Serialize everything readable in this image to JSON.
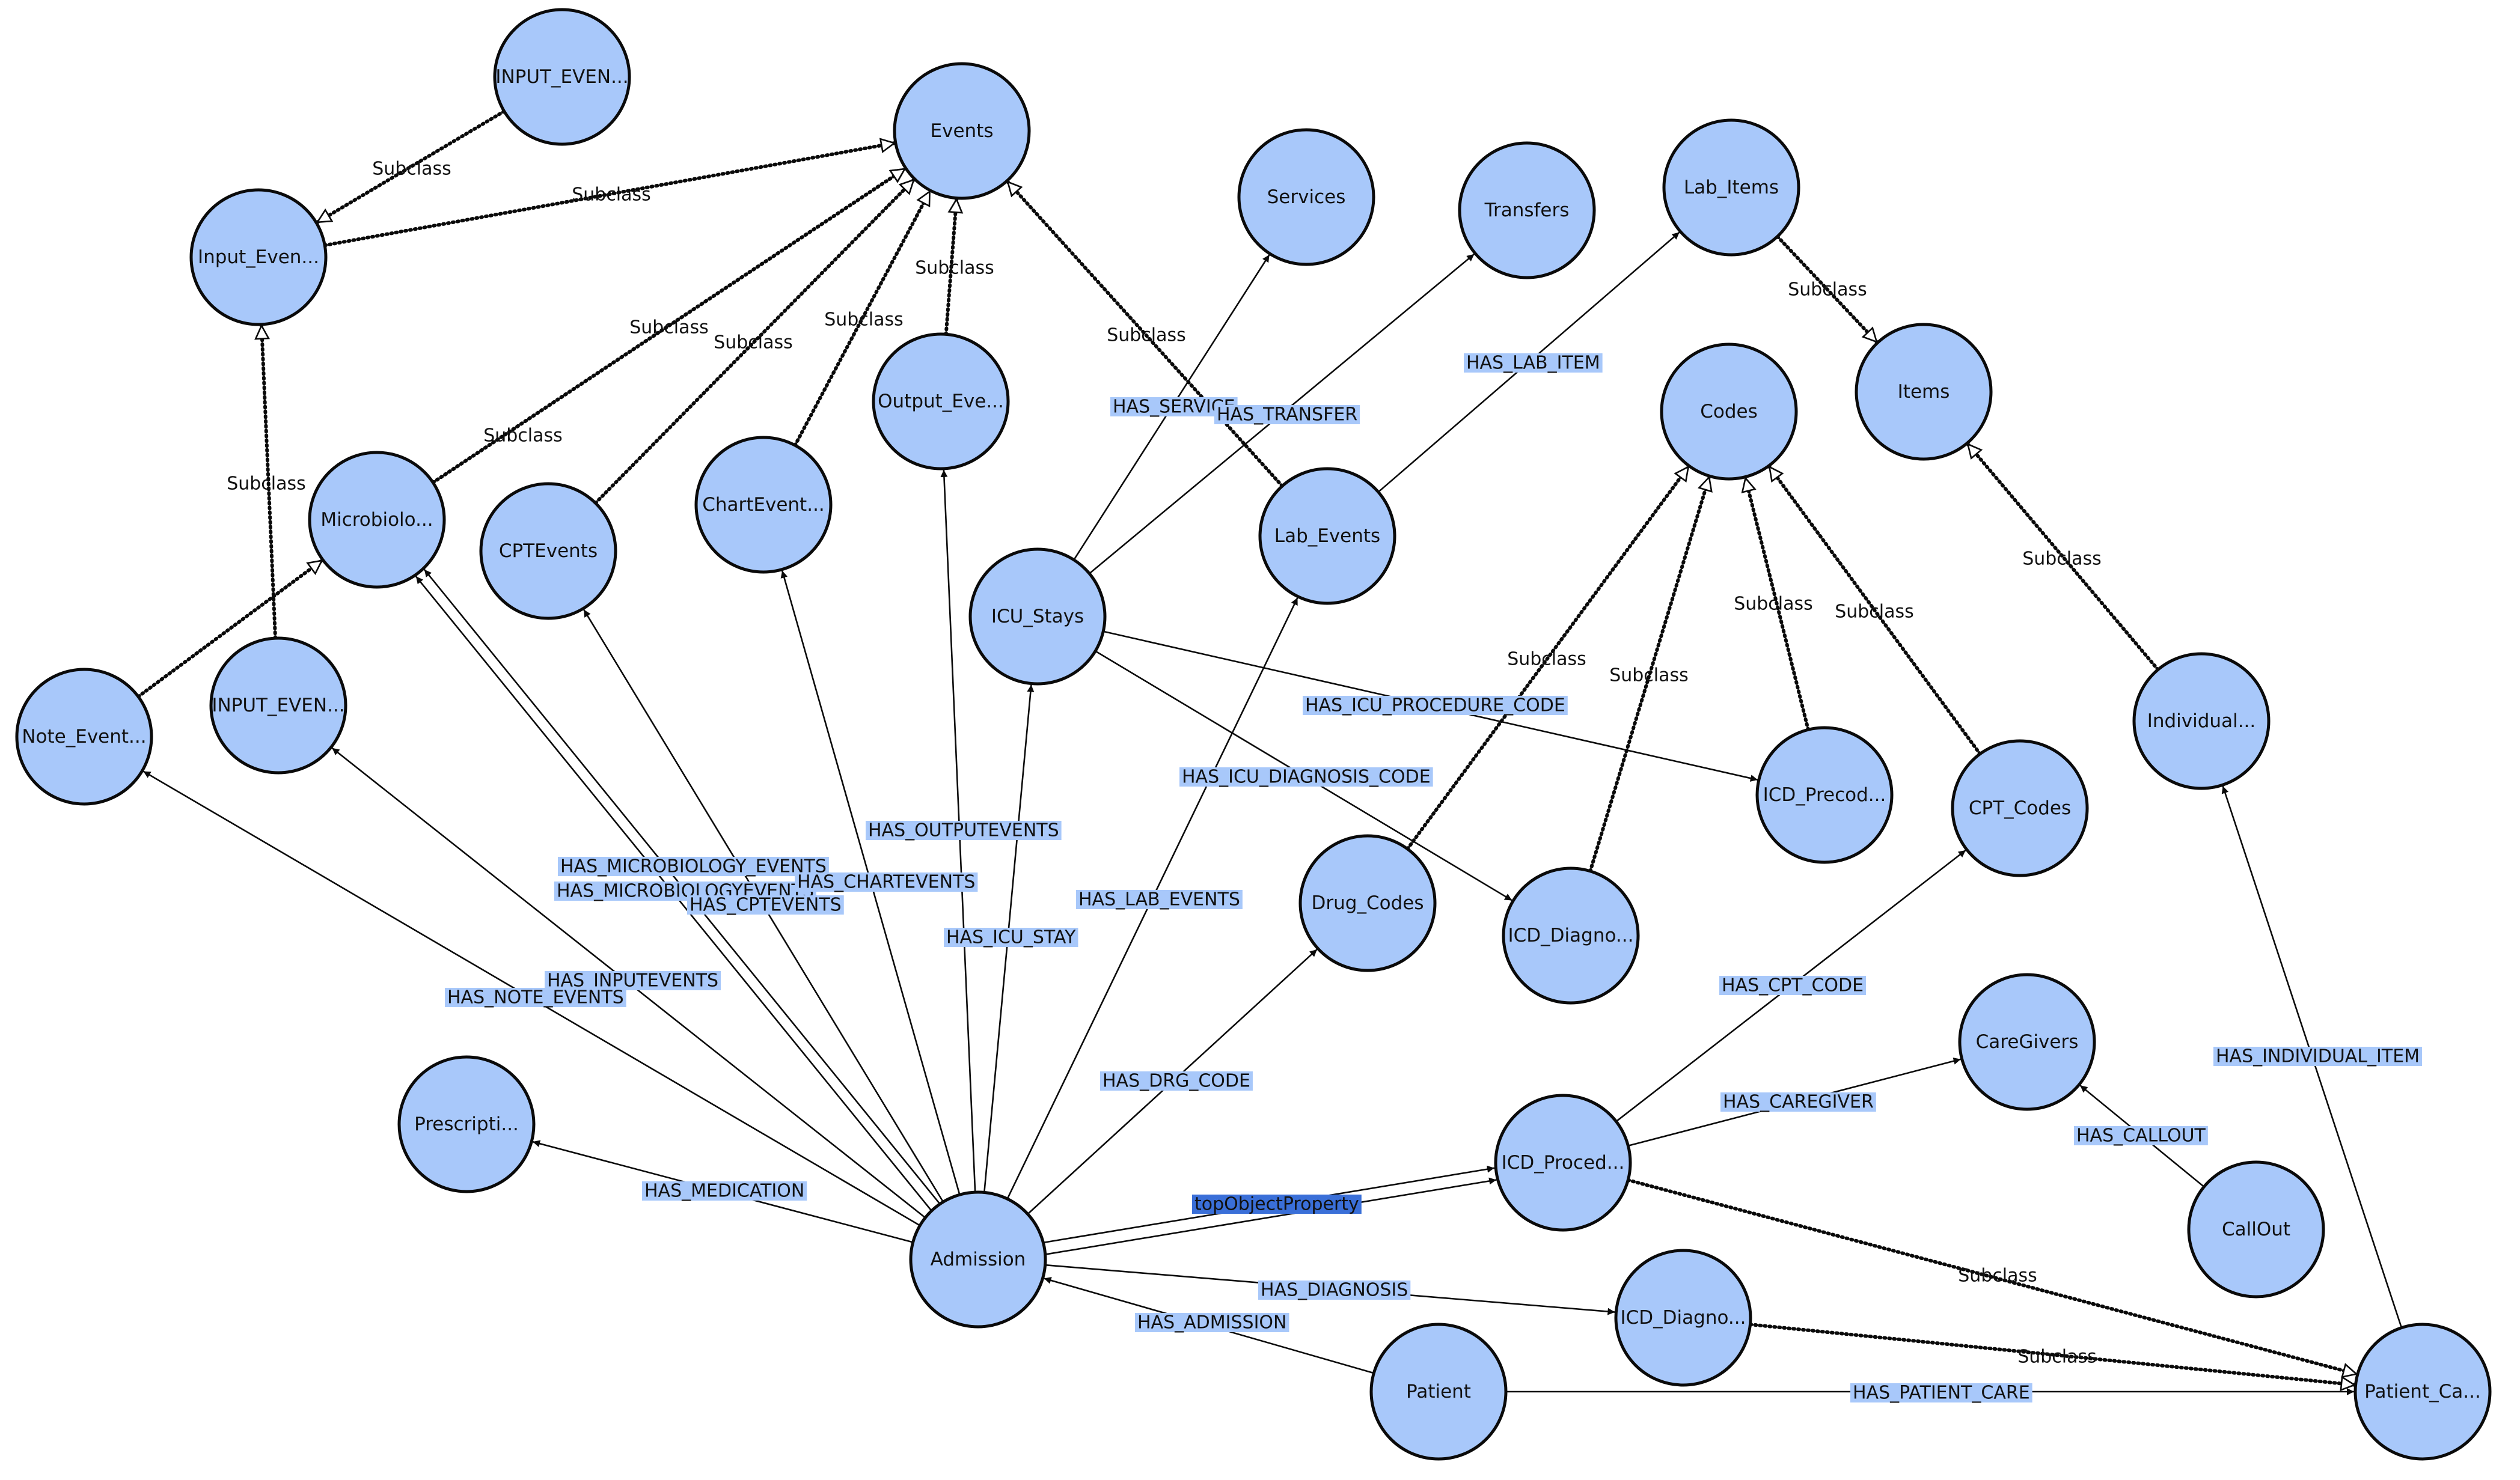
{
  "colors": {
    "node_fill": "#a8c8fa",
    "node_stroke": "#0a0a0a",
    "label_bg": "#a8c8fa",
    "selected_label_bg": "#3a6fd8",
    "selected_label_text": "#ffffff"
  },
  "nodes": {
    "input_events_top": "INPUT_EVEN...",
    "events": "Events",
    "services": "Services",
    "transfers": "Transfers",
    "lab_items": "Lab_Items",
    "input_events_left": "Input_Even...",
    "items": "Items",
    "codes": "Codes",
    "output_events": "Output_Eve...",
    "microbiology": "Microbiolo...",
    "cpt_events": "CPTEvents",
    "chart_events": "ChartEvent...",
    "lab_events": "Lab_Events",
    "icu_stays": "ICU_Stays",
    "note_events": "Note_Event...",
    "input_events_mid": "INPUT_EVEN...",
    "individual": "Individual...",
    "icd_procedure_codes": "ICD_Precod...",
    "cpt_codes": "CPT_Codes",
    "drug_codes": "Drug_Codes",
    "icd_diagnosis_codes": "ICD_Diagno...",
    "caregivers": "CareGivers",
    "prescriptions": "Prescripti...",
    "icd_procedures": "ICD_Proced...",
    "callout": "CallOut",
    "admission": "Admission",
    "icd_diagnoses": "ICD_Diagno...",
    "patient": "Patient",
    "patient_care": "Patient_Ca..."
  },
  "subclass_label": "Subclass",
  "edge_labels": {
    "has_service": "HAS_SERVICE",
    "has_transfer": "HAS_TRANSFER",
    "has_lab_item": "HAS_LAB_ITEM",
    "has_icu_procedure_code": "HAS_ICU_PROCEDURE_CODE",
    "has_icu_diagnosis_code": "HAS_ICU_DIAGNOSIS_CODE",
    "has_outputevents": "HAS_OUTPUTEVENTS",
    "has_microbiology_events": "HAS_MICROBIOLOGY_EVENTS",
    "has_microbiologyevents": "HAS_MICROBIOLOGYEVENTS",
    "has_chartevents": "HAS_CHARTEVENTS",
    "has_cptevents": "HAS_CPTEVENTS",
    "has_lab_events": "HAS_LAB_EVENTS",
    "has_icu_stay": "HAS_ICU_STAY",
    "has_inputevents": "HAS_INPUTEVENTS",
    "has_note_events": "HAS_NOTE_EVENTS",
    "has_cpt_code": "HAS_CPT_CODE",
    "has_drg_code": "HAS_DRG_CODE",
    "has_individual_item": "HAS_INDIVIDUAL_ITEM",
    "has_caregiver": "HAS_CAREGIVER",
    "has_callout": "HAS_CALLOUT",
    "has_medication": "HAS_MEDICATION",
    "top_object_property": "topObjectProperty",
    "has_diagnosis": "HAS_DIAGNOSIS",
    "has_admission": "HAS_ADMISSION",
    "has_patient_care": "HAS_PATIENT_CARE"
  }
}
